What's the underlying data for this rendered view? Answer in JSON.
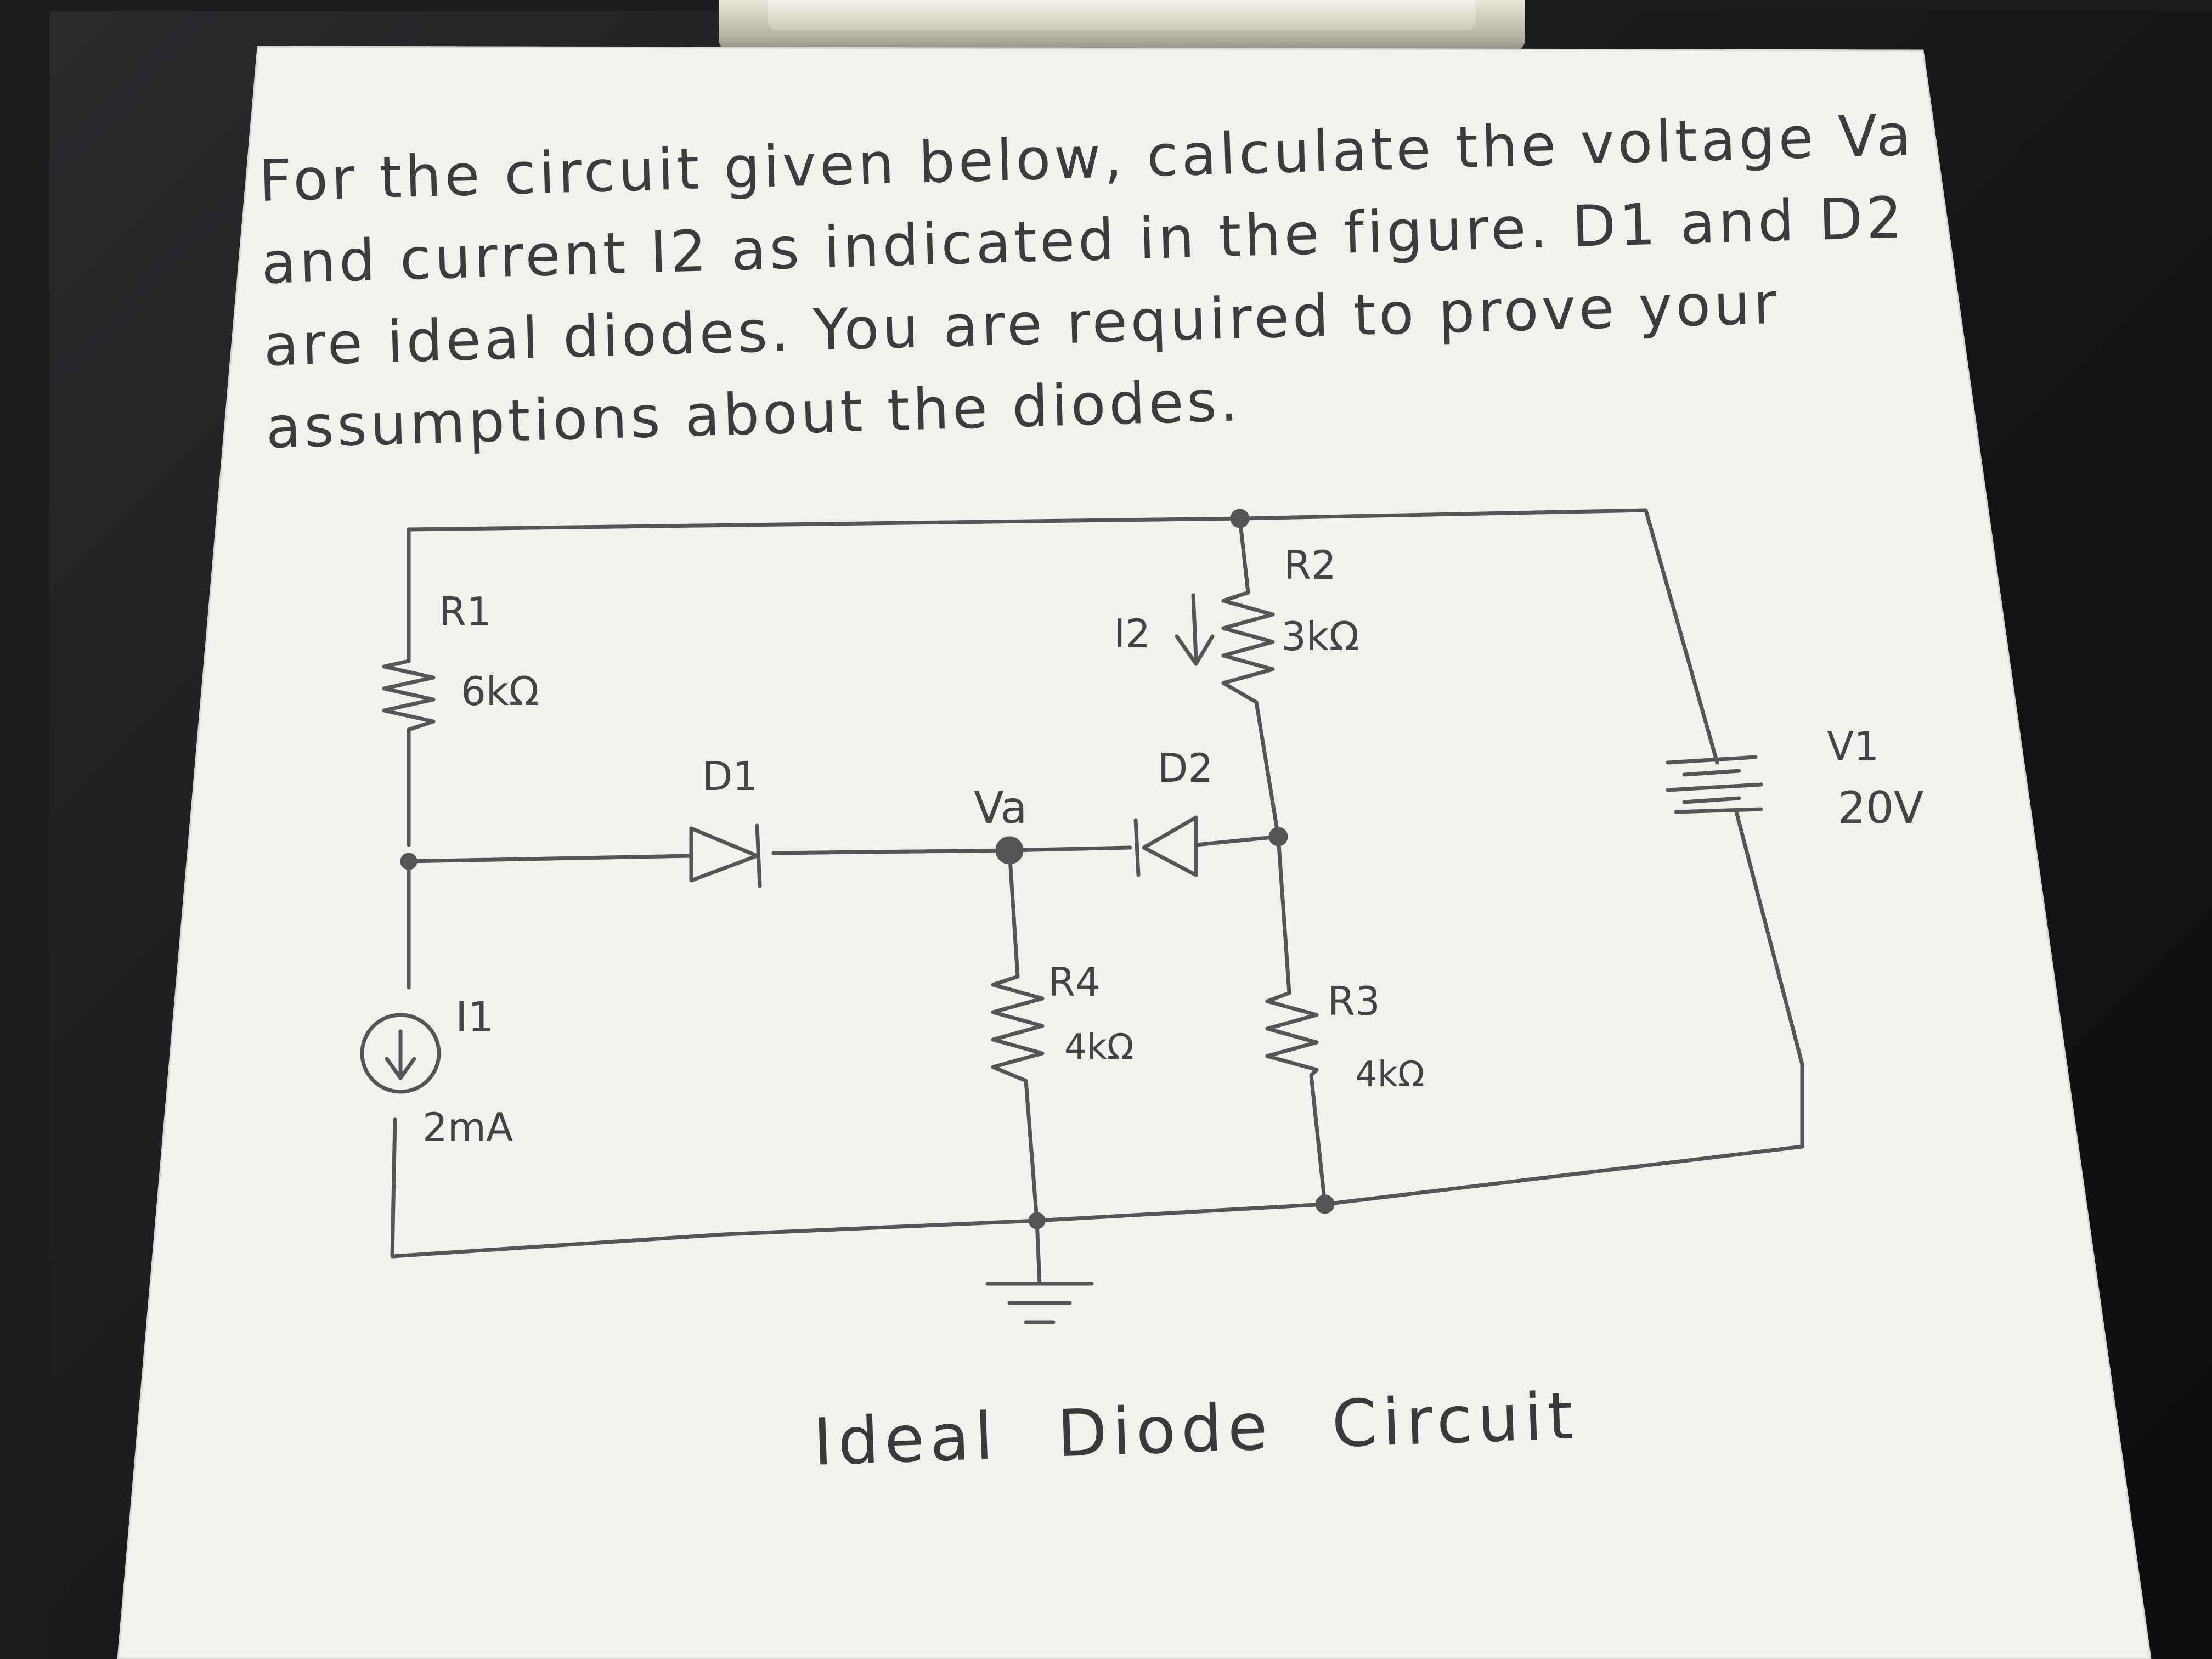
{
  "problem_text": "For the circuit given below, calculate the voltage Va and current I2 as indicated in the figure. D1 and D2 are ideal diodes. You are required to prove your assumptions about the diodes.",
  "title": "Ideal Diode Circuit",
  "components": {
    "r1": {
      "name": "R1",
      "value": "6kΩ"
    },
    "r2": {
      "name": "R2",
      "value": "3kΩ"
    },
    "r3": {
      "name": "R3",
      "value": "4kΩ"
    },
    "r4": {
      "name": "R4",
      "value": "4kΩ"
    },
    "d1": {
      "name": "D1"
    },
    "d2": {
      "name": "D2"
    },
    "i1": {
      "name": "I1",
      "value": "2mA"
    },
    "v1": {
      "name": "V1",
      "value": "20V"
    },
    "va": {
      "name": "Va"
    },
    "i2": {
      "name": "I2"
    }
  }
}
